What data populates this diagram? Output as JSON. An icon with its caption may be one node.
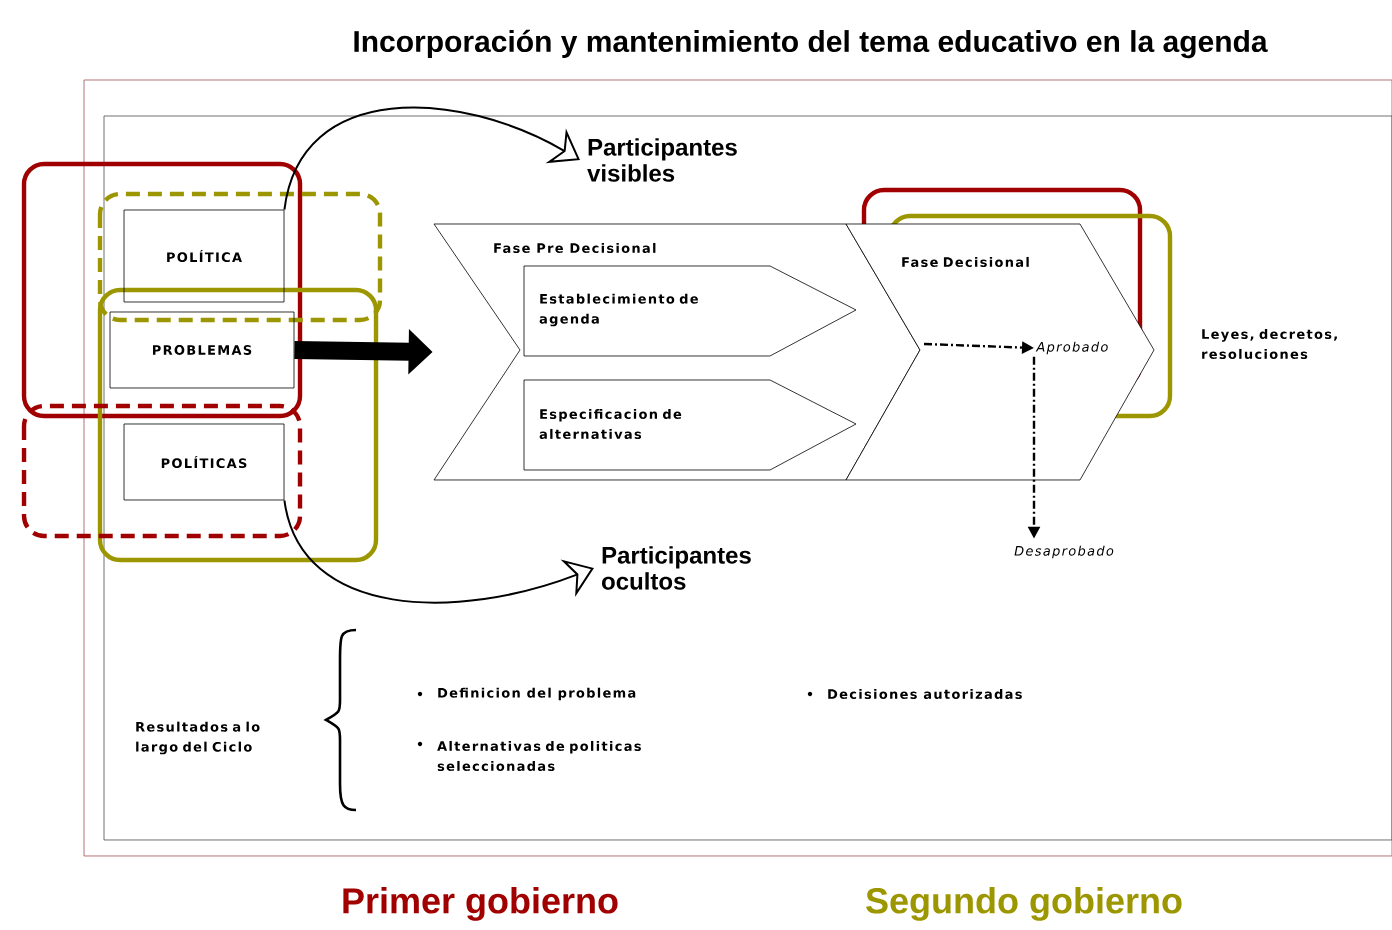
{
  "diagram": {
    "title": "Incorporación y mantenimiento del tema educativo en la agenda",
    "nodes": [
      {
        "text": [
          "Participantes visibles"
        ]
      },
      {
        "text": [
          "POLÍTICA"
        ]
      },
      {
        "text": [
          "PROBLEMAS"
        ]
      },
      {
        "text": [
          "POLÍTICAS"
        ]
      },
      {
        "text": [
          "Fase Pre Decisional"
        ]
      },
      {
        "text": [
          "Establecimiento de agenda"
        ],
        "in": 4
      },
      {
        "text": [
          "Especificacion de alternativas"
        ],
        "in": 4
      },
      {
        "text": [
          "Fase Decisional"
        ]
      },
      {
        "text": [
          "Aprobado"
        ],
        "in": 7
      },
      {
        "text": [
          "Desaprobado"
        ]
      },
      {
        "text": [
          "Participantes ocultos"
        ]
      }
    ],
    "edges": [
      {
        "from": 1,
        "to": 0,
        "arrow": "to"
      },
      {
        "from": 2,
        "to": 4,
        "arrow": "to",
        "style": "thick"
      },
      {
        "from": null,
        "to": 8,
        "arrow": "to",
        "style": "dashed"
      },
      {
        "from": 8,
        "to": 9,
        "arrow": "to",
        "style": "dashed"
      },
      {
        "from": 3,
        "to": 10,
        "arrow": "to"
      }
    ],
    "labels": [
      "Leyes, decretos, resoluciones",
      "Resultados a lo largo del Ciclo",
      "Definicion del problema",
      "Decisiones autorizadas",
      "Alternativas de politicas seleccionadas"
    ],
    "legend": [
      {
        "text": "Primer gobierno",
        "color": "#a00000"
      },
      {
        "text": "Segundo gobierno",
        "color": "#9c9600"
      }
    ]
  }
}
